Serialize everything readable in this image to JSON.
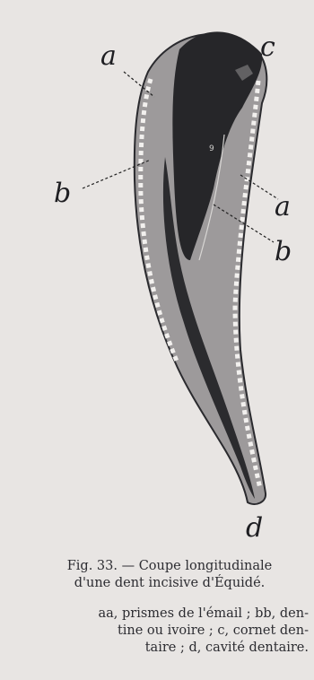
{
  "figure": {
    "labels": {
      "a_top": "a",
      "c": "c",
      "b_left": "b",
      "a_right": "a",
      "b_right": "b",
      "d": "d",
      "inner_mark": "9"
    },
    "caption_line1": "Fig. 33. — Coupe longitudinale",
    "caption_line2": "d'une dent incisive d'Équidé.",
    "legend_line1": "aa, prismes de l'émail ; bb, den-",
    "legend_line2": "tine ou ivoire ; c, cornet den-",
    "legend_line3": "taire ; d, cavité dentaire."
  }
}
